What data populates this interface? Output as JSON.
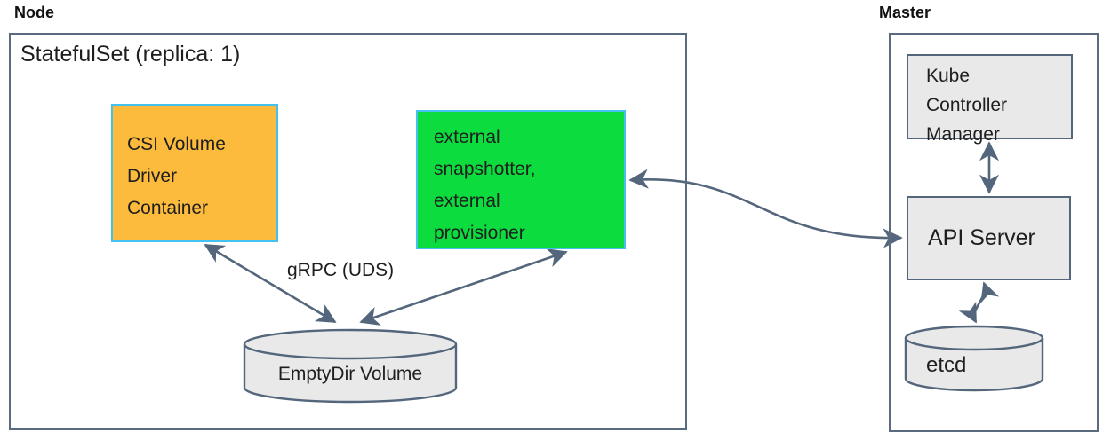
{
  "diagram": {
    "node": {
      "title": "Node",
      "statefulset_label": "StatefulSet (replica: 1)",
      "csi_box": {
        "lines": [
          "CSI Volume",
          "Driver",
          "Container"
        ]
      },
      "sidecar_box": {
        "lines": [
          "external",
          "snapshotter,",
          "external",
          "provisioner"
        ]
      },
      "grpc_label": "gRPC (UDS)",
      "emptydir_label": "EmptyDir Volume"
    },
    "master": {
      "title": "Master",
      "kcm_box": {
        "lines": [
          "Kube",
          "Controller",
          "Manager"
        ]
      },
      "api_server_label": "API Server",
      "etcd_label": "etcd"
    },
    "colors": {
      "line": "#54667C",
      "outer_border": "#5a6b80",
      "csi_fill": "#FCBB3D",
      "sidecar_fill": "#0DDC3E",
      "highlight_border": "#45C1F0",
      "gray_fill": "#e9e9e9",
      "text": "#1e1e1e"
    }
  }
}
